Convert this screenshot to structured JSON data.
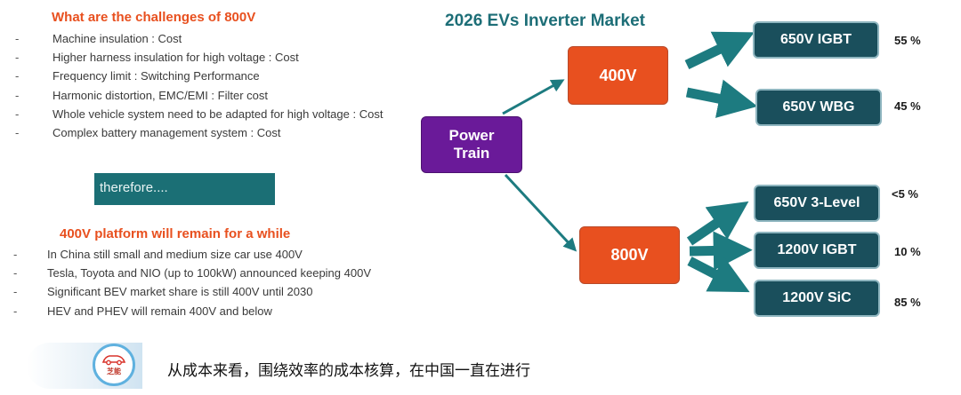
{
  "left_panel": {
    "challenges_heading": "What are the challenges of 800V",
    "challenges": [
      "Machine insulation : Cost",
      "Higher harness insulation for high voltage : Cost",
      "Frequency limit : Switching Performance",
      "Harmonic distortion, EMC/EMI : Filter cost",
      "Whole vehicle system need to be adapted for high voltage : Cost",
      "Complex battery management system : Cost"
    ],
    "therefore_label": "therefore....",
    "remain_heading": "400V platform will remain for a while",
    "reasons": [
      "In China still small and medium size car use 400V",
      "Tesla, Toyota and NIO (up to 100kW)  announced keeping 400V",
      "Significant BEV market share is still 400V until 2030",
      "HEV and PHEV will remain 400V and below"
    ],
    "bullet_char": "-"
  },
  "diagram": {
    "title": "2026 EVs Inverter Market",
    "root": {
      "line1": "Power",
      "line2": "Train"
    },
    "branch_400": "400V",
    "branch_800": "800V",
    "leaves_400": [
      {
        "label": "650V IGBT",
        "share": "55 %"
      },
      {
        "label": "650V WBG",
        "share": "45 %"
      }
    ],
    "leaves_800": [
      {
        "label": "650V 3-Level",
        "share": "<5 %"
      },
      {
        "label": "1200V IGBT",
        "share": "10 %"
      },
      {
        "label": "1200V SiC",
        "share": "85 %"
      }
    ],
    "colors": {
      "orange": "#e8501f",
      "purple": "#6a1a99",
      "teal_box": "#1a4f5c",
      "arrow": "#1d7b80",
      "title": "#1d6e77"
    }
  },
  "footer": {
    "logo_text": "芝能",
    "caption": "从成本来看，围绕效率的成本核算，在中国一直在进行"
  }
}
